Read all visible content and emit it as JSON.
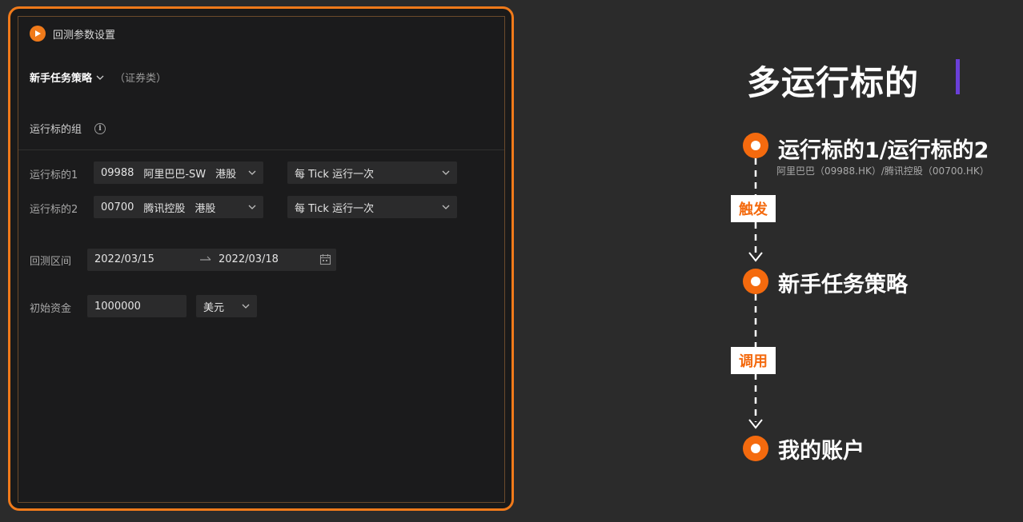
{
  "panel": {
    "header_title": "回测参数设置",
    "strategy_name": "新手任务策略",
    "strategy_type": "（证券类）",
    "section_title": "运行标的组",
    "targets": [
      {
        "label": "运行标的1",
        "code": "09988",
        "name": "阿里巴巴-SW",
        "market": "港股",
        "frequency": "每 Tick 运行一次"
      },
      {
        "label": "运行标的2",
        "code": "00700",
        "name": "腾讯控股",
        "market": "港股",
        "frequency": "每 Tick 运行一次"
      }
    ],
    "date_range": {
      "label": "回测区间",
      "start": "2022/03/15",
      "end": "2022/03/18"
    },
    "capital": {
      "label": "初始资金",
      "amount": "1000000",
      "currency": "美元"
    }
  },
  "flow": {
    "title": "多运行标的",
    "nodes": [
      {
        "label": "运行标的1/运行标的2",
        "sub": "阿里巴巴（09988.HK）/腾讯控股（00700.HK）"
      },
      {
        "label": "新手任务策略"
      },
      {
        "label": "我的账户"
      }
    ],
    "tags": [
      "触发",
      "调用"
    ]
  },
  "colors": {
    "accent": "#f46a0e",
    "title_bar": "#6a3fd8",
    "frame": "#f07a1a"
  }
}
